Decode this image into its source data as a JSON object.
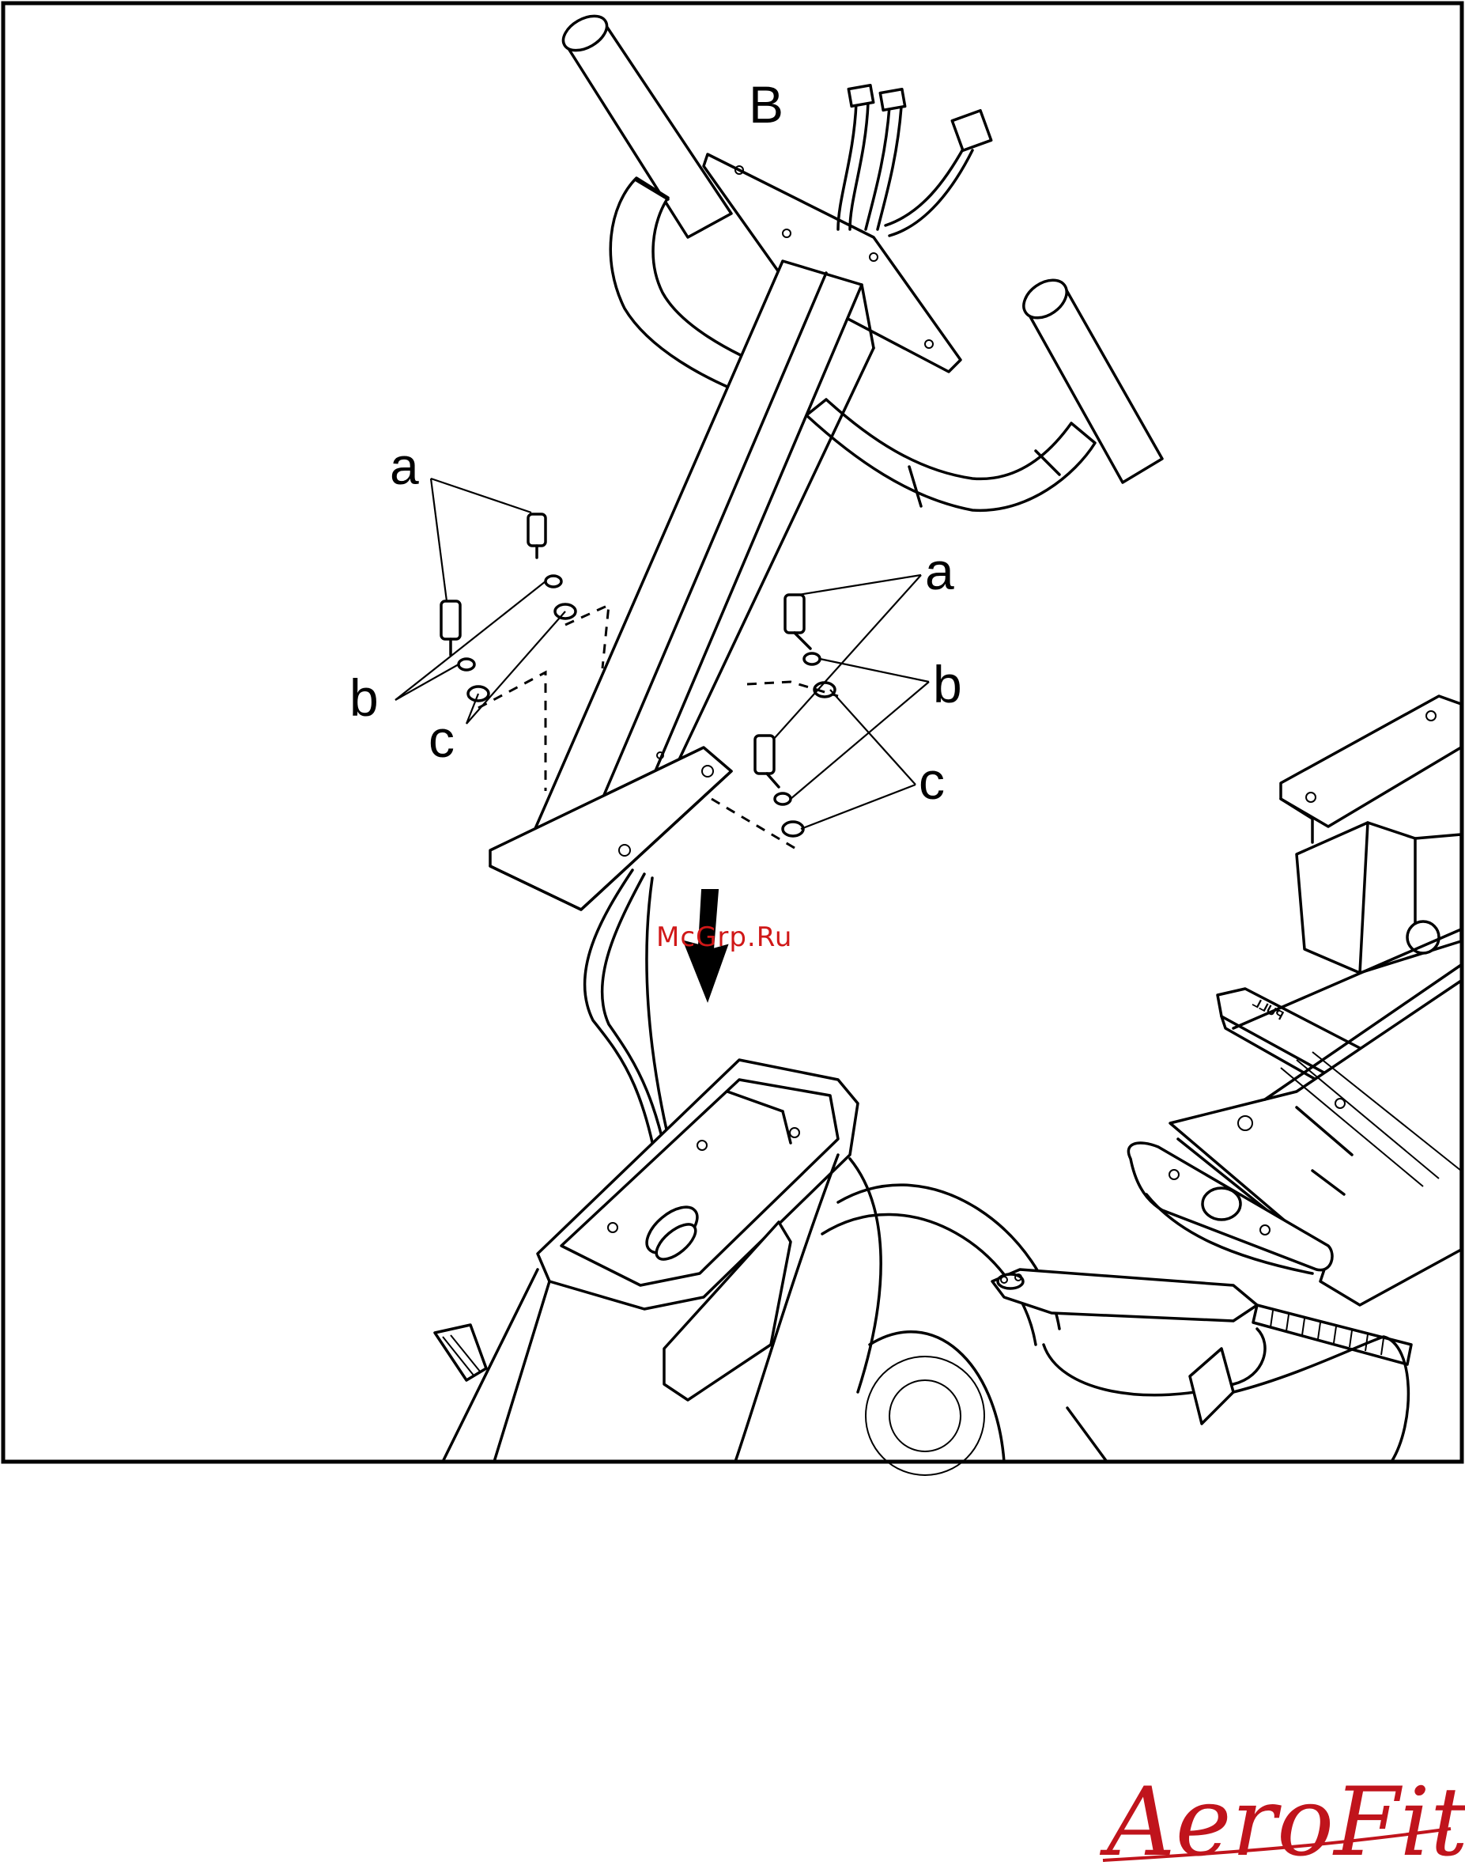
{
  "labels": {
    "connector": "B",
    "screws_left": "a",
    "screws_right": "a",
    "lock_washers_left": "b",
    "lock_washers_right": "b",
    "flat_washers_left": "c",
    "flat_washers_right": "c"
  },
  "watermark": "McGrp.Ru",
  "brand_logo": "AeroFit",
  "pull_handle_text": "PULL",
  "colors": {
    "logo": "#c0141c",
    "watermark": "#d01818",
    "line": "#000000"
  }
}
